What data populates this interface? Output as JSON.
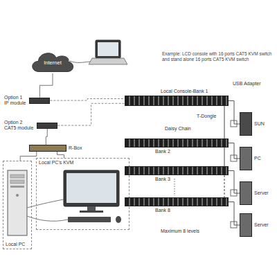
{
  "diagram": {
    "nodes": [
      {
        "text": [
          "Internet"
        ]
      },
      {
        "text": [
          "Option 1",
          "IP module"
        ]
      },
      {
        "text": [
          "Option 2",
          "CAT5 module"
        ]
      },
      {
        "text": [
          "R-Box"
        ]
      },
      {
        "text": [
          "Local PC"
        ]
      },
      {
        "text": [
          "Local PC's KVM"
        ]
      },
      {
        "text": [
          "Local Console-Bank 1"
        ]
      },
      {
        "text": [
          "Bank 2"
        ]
      },
      {
        "text": [
          "Bank 3"
        ]
      },
      {
        "text": [
          "Bank 8"
        ]
      },
      {
        "text": [
          "SUN"
        ]
      },
      {
        "text": [
          "PC"
        ]
      },
      {
        "text": [
          "Server"
        ]
      },
      {
        "text": [
          "Server"
        ]
      }
    ],
    "edges": [
      {
        "from": 0,
        "to": 1,
        "arrow": "none"
      },
      {
        "from": 1,
        "to": 6,
        "arrow": "none"
      },
      {
        "from": 2,
        "to": 6,
        "arrow": "none"
      },
      {
        "from": 2,
        "to": 3,
        "arrow": "none"
      },
      {
        "from": 3,
        "to": 4,
        "arrow": "none"
      },
      {
        "from": 3,
        "to": 5,
        "arrow": "none"
      },
      {
        "from": 6,
        "to": 7,
        "arrow": "none"
      },
      {
        "from": 7,
        "to": 8,
        "arrow": "none"
      },
      {
        "from": 8,
        "to": 9,
        "arrow": "none"
      },
      {
        "from": 6,
        "to": 10,
        "arrow": "none"
      },
      {
        "from": 7,
        "to": 11,
        "arrow": "none"
      },
      {
        "from": 8,
        "to": 12,
        "arrow": "none"
      },
      {
        "from": 9,
        "to": 13,
        "arrow": "none"
      }
    ],
    "labels": [
      "Example: LCD console with 16 ports CAT5 KVM switch and stand alone 16 ports CAT5 KVM switch",
      "USB Adapter",
      "T-Dongle",
      "Daisy Chain",
      "Maximum 8 levels"
    ]
  }
}
